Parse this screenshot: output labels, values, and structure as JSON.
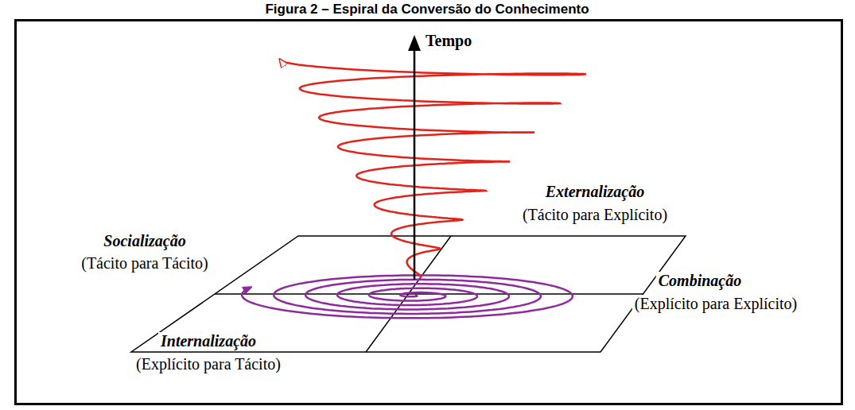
{
  "diagram": {
    "title": "Figura 2 – Espiral da Conversão do Conhecimento",
    "labels": [
      "Tempo",
      "Externalização",
      "(Tácito para Explícito)",
      "Socialização",
      "(Tácito para Tácito)",
      "Combinação",
      "(Explícito para Explícito)",
      "Internalização",
      "(Explícito para Tácito)"
    ]
  }
}
